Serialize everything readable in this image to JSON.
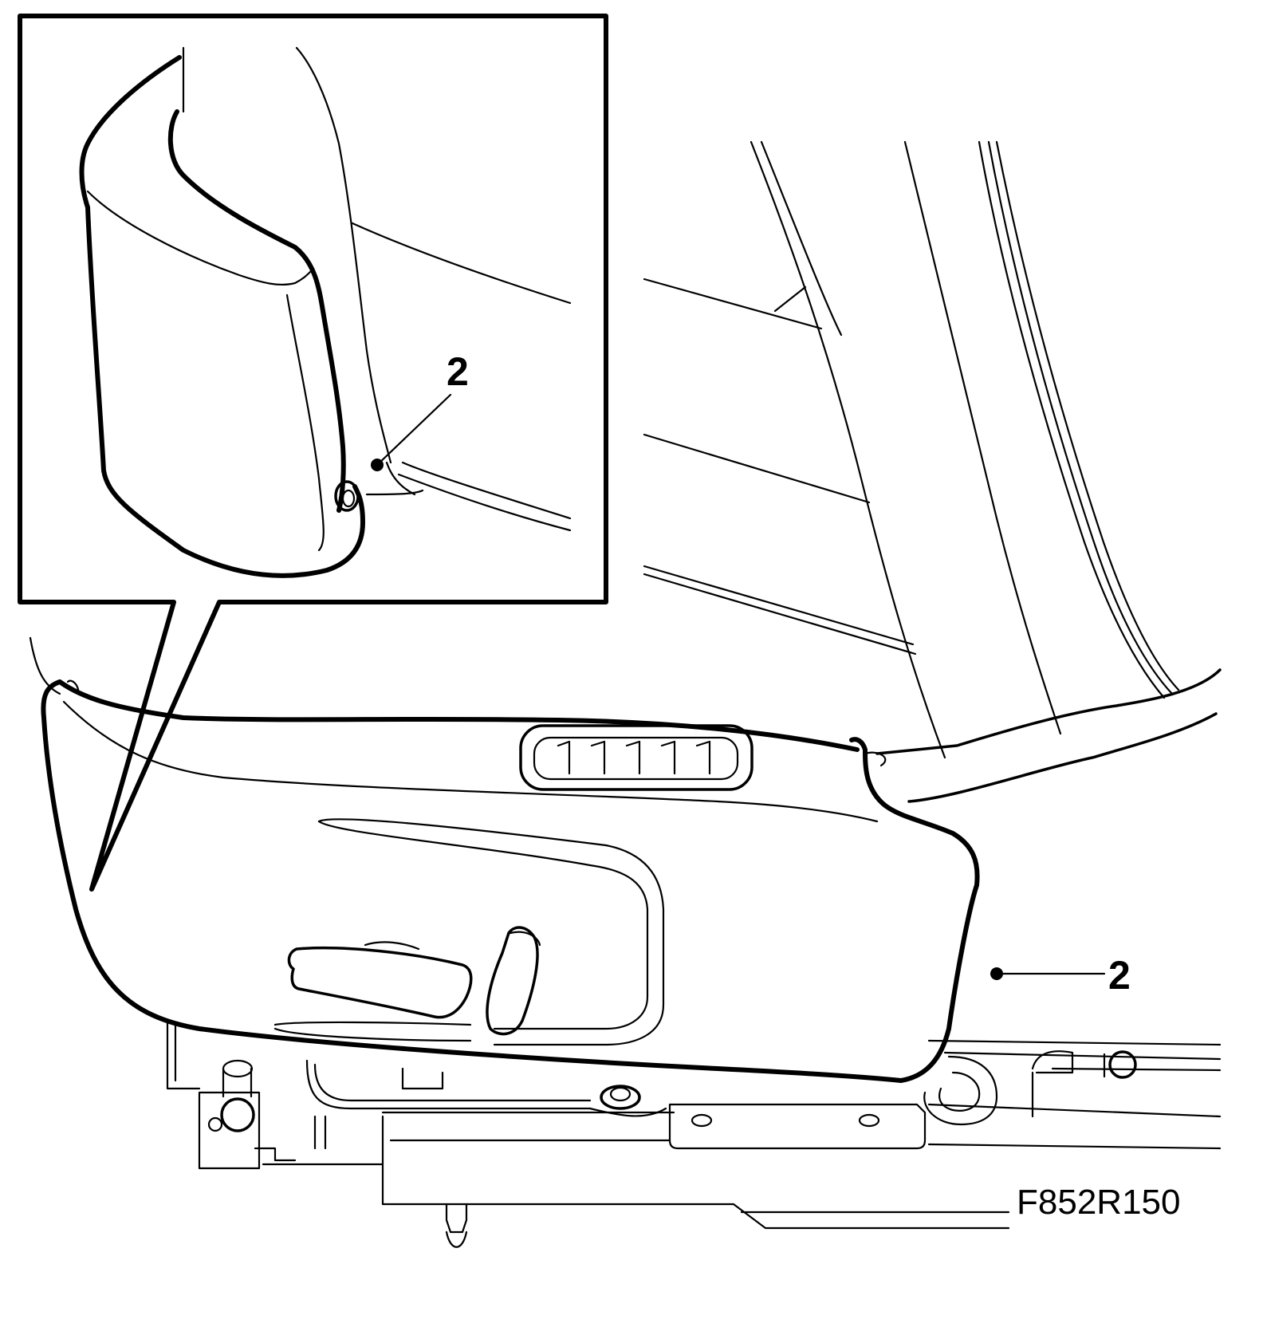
{
  "figure": {
    "id": "F852R150",
    "callouts": [
      {
        "label": "2",
        "part": "inset-cover-clip"
      },
      {
        "label": "2",
        "part": "seat-side-cover"
      }
    ]
  }
}
